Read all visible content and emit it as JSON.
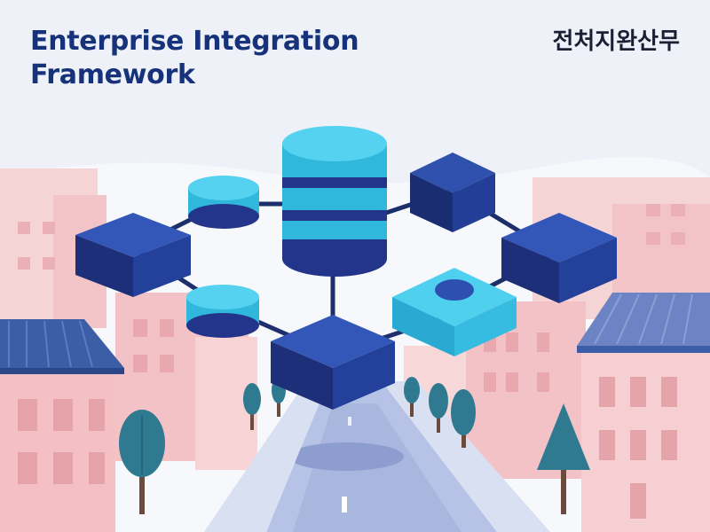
{
  "header": {
    "title_line1": "Enterprise Integration",
    "title_line2": "Framework",
    "korean_label": "전처지완산무"
  },
  "colors": {
    "title": "#16327a",
    "background": "#eef2f8",
    "building_pink": "#f6c9cc",
    "block_navy": "#21409a",
    "cylinder_cyan": "#3cc6e6",
    "block_cyan": "#36c1e3",
    "road": "#b6c3e6",
    "tree_teal": "#2f7a90",
    "roof_blue": "#3c5ea6"
  },
  "icons": [
    "database-icon",
    "server-block-icon",
    "storage-cylinder-icon",
    "building-icon",
    "tree-icon"
  ]
}
